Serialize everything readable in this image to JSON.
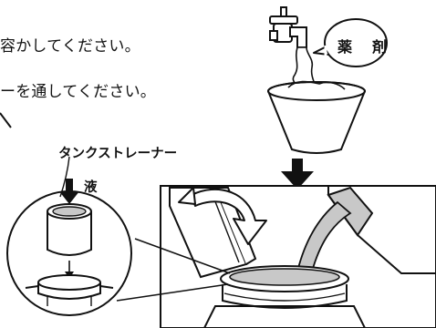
{
  "instructions": {
    "line1": "容かしてください。",
    "line2": "ーを通してください。"
  },
  "labels": {
    "strainer": "タンクストレーナー",
    "liquid": "液",
    "chemical": "薬　剤"
  },
  "colors": {
    "ink": "#111111",
    "liquid_fill": "#c8c8c8",
    "background": "#ffffff"
  },
  "icons": {
    "rotate": "curved-double-arrow",
    "down": "bold-down-arrow"
  }
}
